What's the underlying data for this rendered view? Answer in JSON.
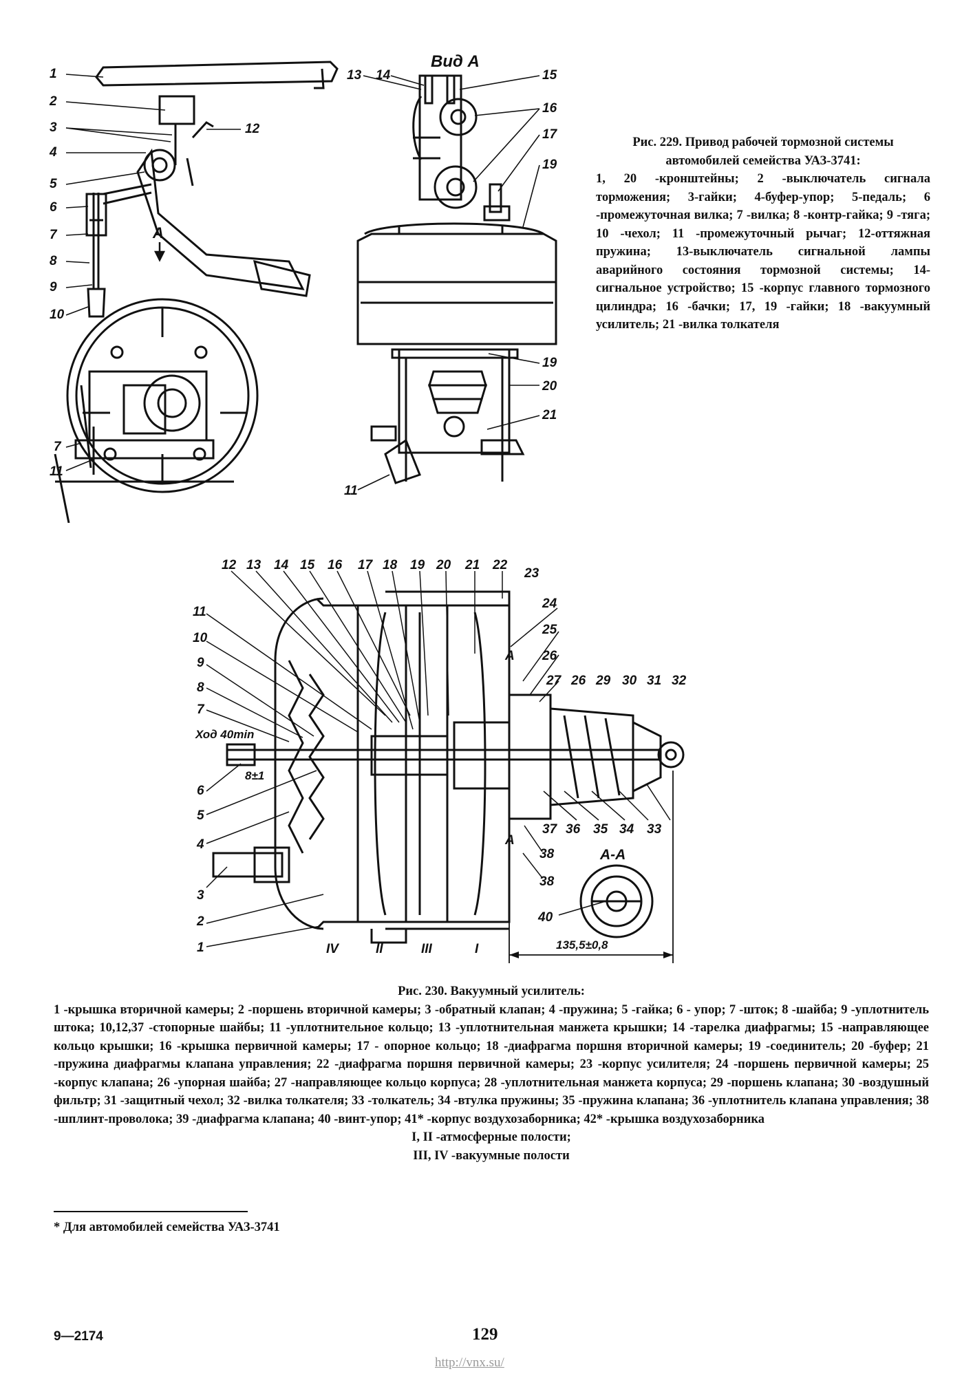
{
  "fig229": {
    "view_label": "Вид А",
    "arrow_label": "А",
    "caption_title": "Рис. 229. Привод рабочей тормозной системы автомобилей семейства УАЗ-3741:",
    "caption_body": "1, 20 -кронштейны; 2 -выключатель сигнала торможения; 3-гайки; 4-буфер-упор; 5-педаль; 6 -промежуточная вилка; 7 -вилка; 8 -контр-гайка; 9 -тяга; 10 -чехол; 11 -промежуточный рычаг; 12-оттяжная пружина; 13-выключатель сигнальной лампы аварийного состояния тормозной системы; 14-сигнальное устройство; 15 -корпус главного тормозного цилиндра; 16 -бачки; 17, 19 -гайки; 18 -вакуумный усилитель; 21 -вилка толкателя",
    "callouts_left": [
      "1",
      "2",
      "3",
      "4",
      "5",
      "6",
      "7",
      "8",
      "9",
      "10",
      "7",
      "11",
      "12"
    ],
    "callouts_right": [
      "13",
      "14",
      "15",
      "16",
      "17",
      "19",
      "19",
      "20",
      "21",
      "11"
    ]
  },
  "fig230": {
    "top_callouts": [
      "12",
      "13",
      "14",
      "15",
      "16",
      "17",
      "18",
      "19",
      "20",
      "21",
      "22",
      "23"
    ],
    "left_callouts": [
      "11",
      "10",
      "9",
      "8",
      "7",
      "6",
      "5",
      "4",
      "3",
      "2",
      "1"
    ],
    "right_callouts": [
      "24",
      "25",
      "26",
      "27",
      "26",
      "29",
      "30",
      "31",
      "32"
    ],
    "bottom_right_callouts": [
      "37",
      "36",
      "35",
      "34",
      "33",
      "38",
      "38",
      "40"
    ],
    "section_marks": [
      "A",
      "A"
    ],
    "cavity_labels": [
      "IV",
      "II",
      "III",
      "I"
    ],
    "section_label": "А-А",
    "stroke_label": "Ход 40min",
    "gap_label": "8±1",
    "dimension": "135,5±0,8",
    "caption_title": "Рис. 230. Вакуумный усилитель:",
    "caption_body": "1 -крышка вторичной камеры; 2 -поршень вторичной камеры; 3 -обратный клапан; 4 -пружина; 5 -гайка; 6 - упор; 7 -шток; 8 -шайба; 9 -уплотнитель штока; 10,12,37 -стопорные шайбы; 11 -уплотнительное кольцо; 13 -уплотнительная манжета крышки; 14 -тарелка диафрагмы; 15 -направляющее кольцо крышки; 16 -крышка первичной камеры; 17 - опорное кольцо; 18 -диафрагма поршня вторичной камеры; 19 -соединитель; 20 -буфер; 21 -пружина диафрагмы клапана управления; 22 -диафрагма поршня первичной камеры; 23 -корпус усилителя; 24 -поршень первичной камеры; 25 -корпус клапана; 26 -упорная шайба; 27 -направляющее кольцо корпуса; 28 -уплотнительная манжета корпуса; 29 -поршень клапана; 30 -воздушный фильтр; 31 -защитный чехол; 32 -вилка толкателя; 33 -толкатель; 34 -втулка пружины; 35 -пружина клапана; 36 -уплотнитель клапана управления; 38 -шплинт-проволока; 39 -диафрагма клапана; 40 -винт-упор; 41* -корпус воздухозаборника; 42* -крышка воздухозаборника",
    "caption_cavities_1": "I, II -атмосферные полости;",
    "caption_cavities_2": "III, IV -вакуумные полости"
  },
  "footnote": "* Для автомобилей семейства УАЗ-3741",
  "signature": "9—2174",
  "page_number": "129",
  "source_url": "http://vnx.su/"
}
